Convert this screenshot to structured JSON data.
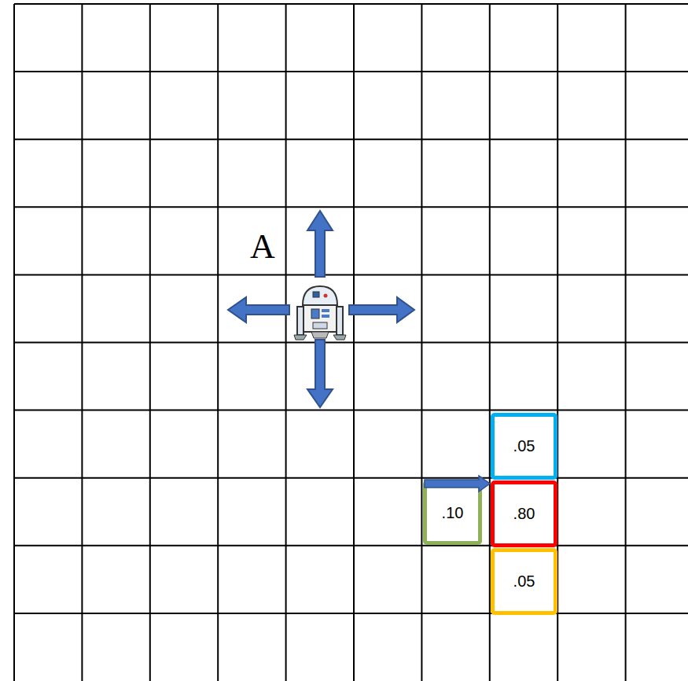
{
  "diagram": {
    "nodes": [
      {
        "text": [
          ".05"
        ]
      },
      {
        "text": [
          ".10"
        ]
      },
      {
        "text": [
          ".80"
        ]
      },
      {
        "text": [
          ".05"
        ]
      }
    ],
    "edges": [
      {
        "from": 1,
        "to": 2,
        "arrow": "to"
      }
    ],
    "labels": [
      "A"
    ]
  }
}
